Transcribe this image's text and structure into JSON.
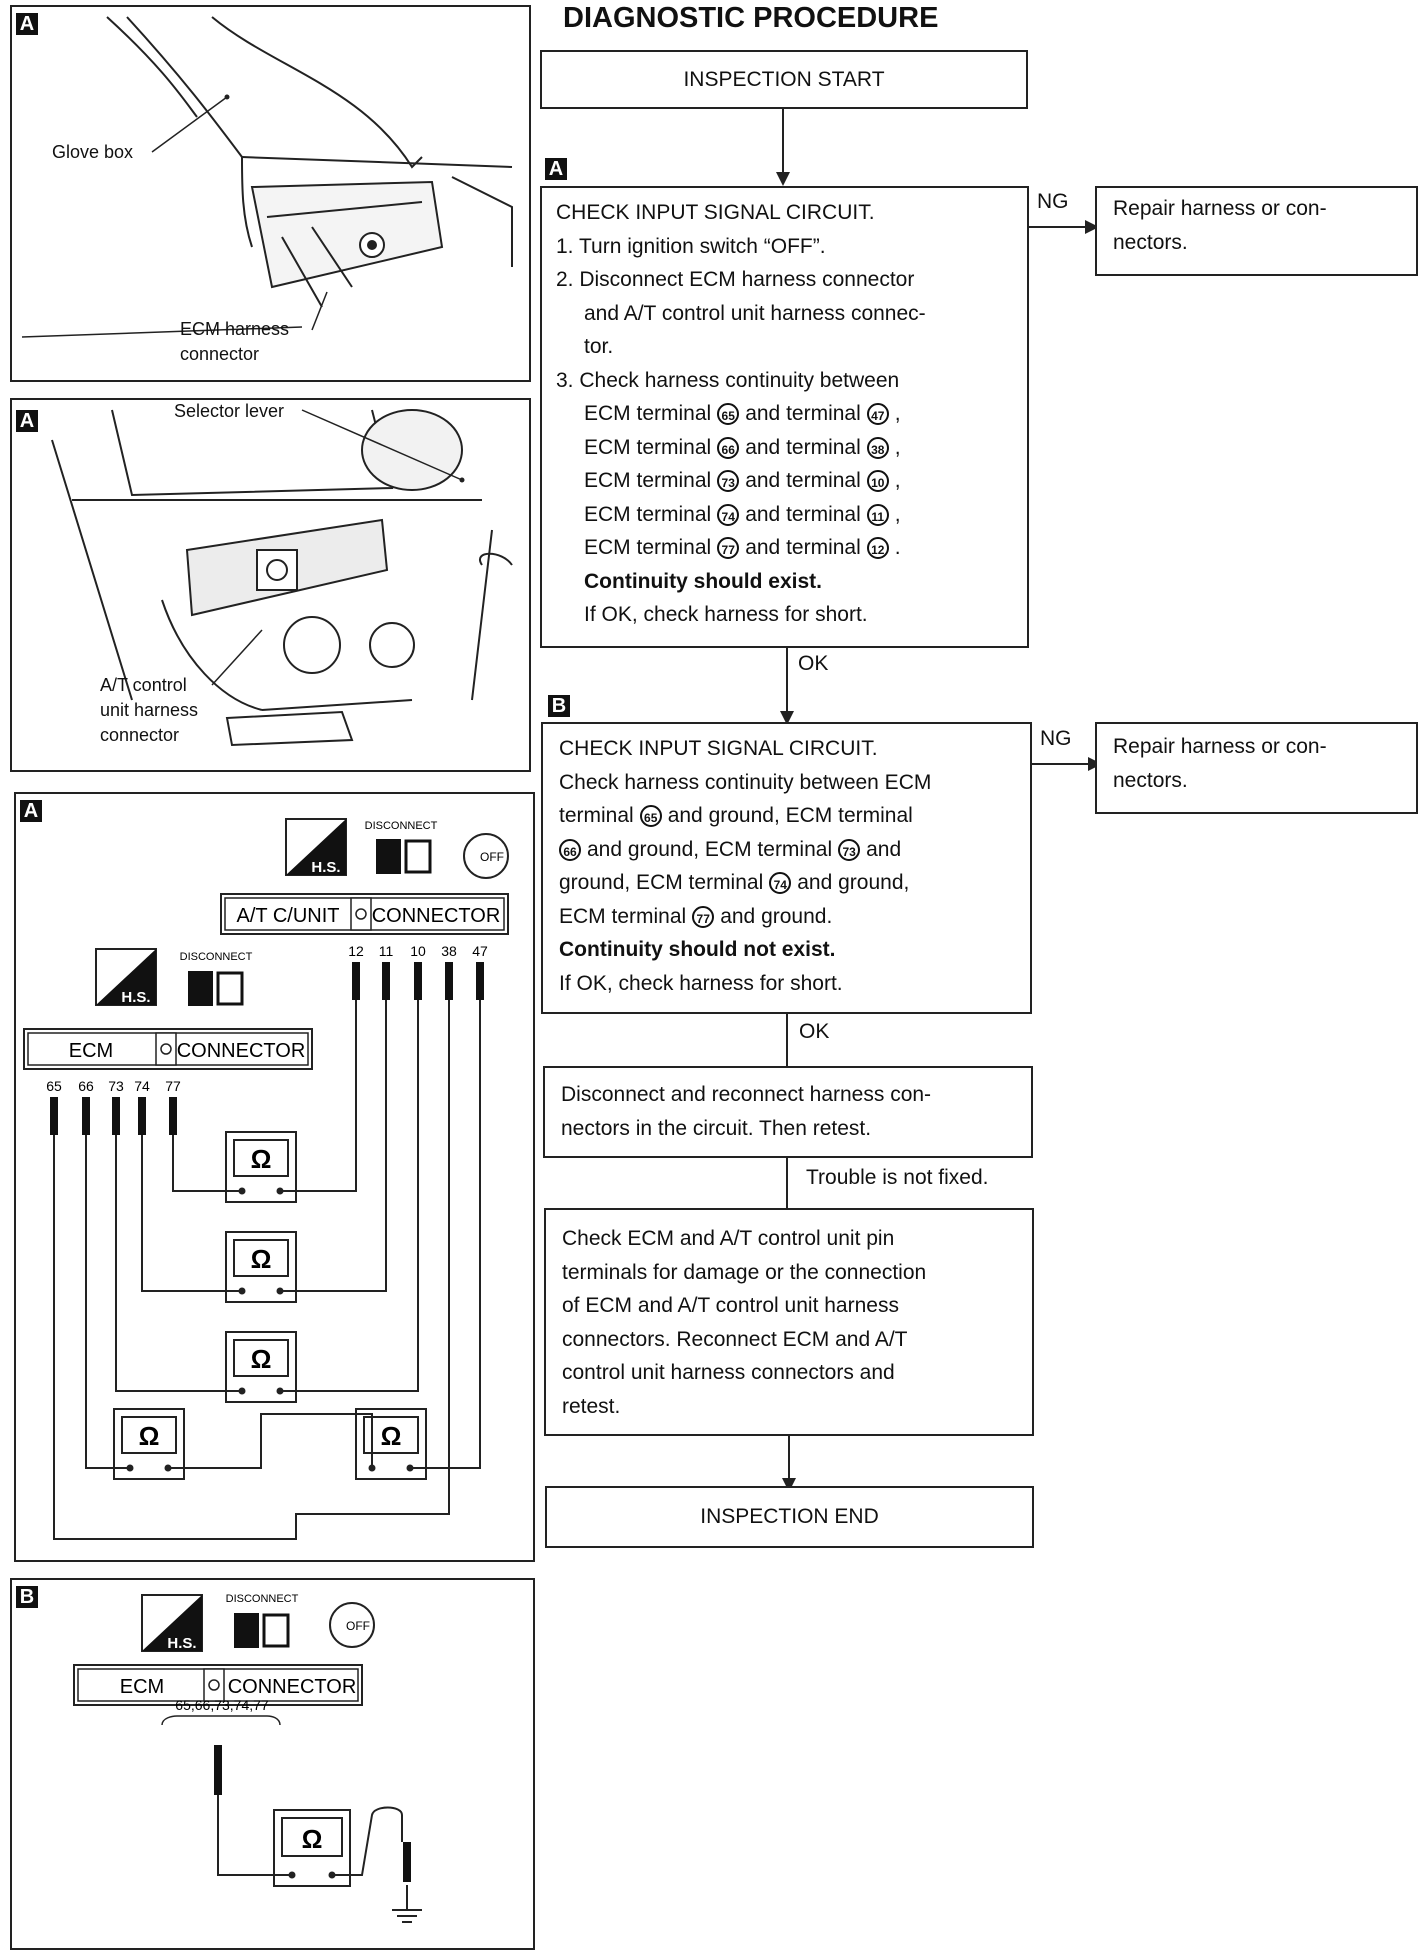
{
  "title": "DIAGNOSTIC PROCEDURE",
  "figures": {
    "glovebox": {
      "tag": "A",
      "glove_box": "Glove box",
      "ecm_1": "ECM harness",
      "ecm_2": "connector"
    },
    "selector": {
      "tag": "A",
      "selector": "Selector lever",
      "at_1": "A/T control",
      "at_2": "unit harness",
      "at_3": "connector"
    },
    "wiringA": {
      "tag": "A",
      "hs": "H.S.",
      "disconnect": "DISCONNECT",
      "off": "OFF",
      "at_connector_left": "A/T C/UNIT",
      "at_connector_right": "CONNECTOR",
      "ecm_connector_left": "ECM",
      "ecm_connector_right": "CONNECTOR",
      "at_pins": [
        "12",
        "11",
        "10",
        "38",
        "47"
      ],
      "ecm_pins": [
        "65",
        "66",
        "73",
        "74",
        "77"
      ],
      "ohm": "Ω"
    },
    "wiringB": {
      "tag": "B",
      "hs": "H.S.",
      "disconnect": "DISCONNECT",
      "off": "OFF",
      "ecm_connector_left": "ECM",
      "ecm_connector_right": "CONNECTOR",
      "pins": "65,66,73,74,77",
      "ohm": "Ω"
    }
  },
  "flow": {
    "start": "INSPECTION START",
    "stepA": {
      "tag": "A",
      "heading": "CHECK INPUT SIGNAL CIRCUIT.",
      "s1": "1. Turn ignition switch “OFF”.",
      "s2a": "2. Disconnect ECM harness connector",
      "s2b": "and A/T control unit harness connec-",
      "s2c": "tor.",
      "s3": "3. Check harness continuity between",
      "ecm_terminal": "ECM terminal",
      "and_terminal": "and terminal",
      "pairs": [
        {
          "ecm": "65",
          "at": "47",
          "end": ","
        },
        {
          "ecm": "66",
          "at": "38",
          "end": ","
        },
        {
          "ecm": "73",
          "at": "10",
          "end": ","
        },
        {
          "ecm": "74",
          "at": "11",
          "end": ","
        },
        {
          "ecm": "77",
          "at": "12",
          "end": "."
        }
      ],
      "result": "Continuity should exist.",
      "ok_note": "If OK, check harness for short.",
      "ng": "NG",
      "ng_action_1": "Repair harness or con-",
      "ng_action_2": "nectors."
    },
    "ok1": "OK",
    "stepB": {
      "tag": "B",
      "heading": "CHECK INPUT SIGNAL CIRCUIT.",
      "l1": "Check harness continuity between ECM",
      "l2a": "terminal",
      "p65": "65",
      "l2b": "and ground, ECM terminal",
      "p66": "66",
      "l3a": "and ground, ECM terminal",
      "p73": "73",
      "l3b": "and",
      "l4a": "ground, ECM terminal",
      "p74": "74",
      "l4b": "and ground,",
      "l5a": "ECM terminal",
      "p77": "77",
      "l5b": "and ground.",
      "result": "Continuity should not exist.",
      "ok_note": "If OK, check harness for short.",
      "ng": "NG",
      "ng_action_1": "Repair harness or con-",
      "ng_action_2": "nectors."
    },
    "ok2": "OK",
    "reconnect_1": "Disconnect and reconnect harness con-",
    "reconnect_2": "nectors in the circuit. Then retest.",
    "not_fixed": "Trouble is not fixed.",
    "final": [
      "Check ECM and A/T control unit pin",
      "terminals for damage or the connection",
      "of ECM and A/T control unit harness",
      "connectors. Reconnect ECM and A/T",
      "control unit harness connectors and",
      "retest."
    ],
    "end": "INSPECTION END"
  }
}
